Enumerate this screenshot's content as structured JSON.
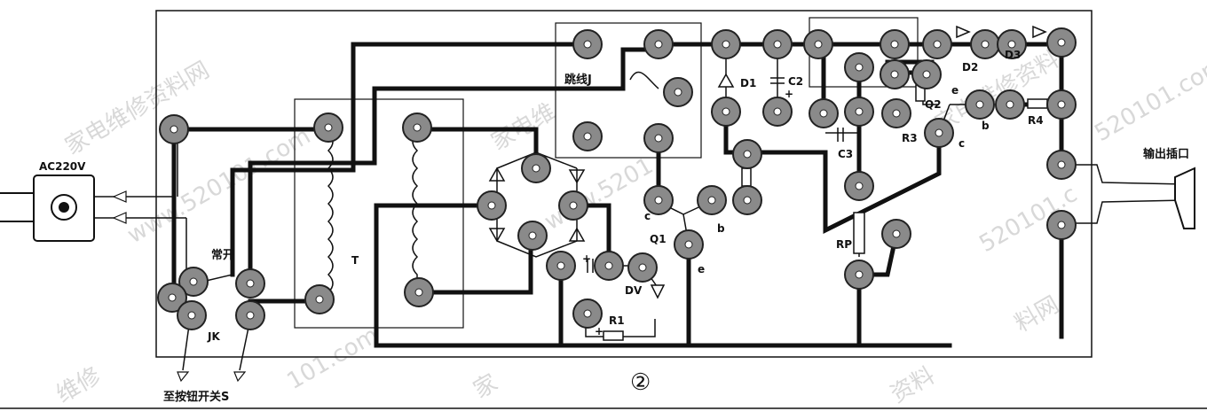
{
  "labels": {
    "ac_input": "AC220V",
    "jumper": "跳线J",
    "d1": "D1",
    "c2": "C2",
    "d2": "D2",
    "d3": "D3",
    "q2": "Q2",
    "r3": "R3",
    "r4": "R4",
    "c3": "C3",
    "rp": "RP",
    "transformer": "T",
    "normally_open": "常开",
    "jk": "JK",
    "button_switch": "至按钮开关S",
    "q1": "Q1",
    "dv": "DV",
    "r1": "R1",
    "output_socket": "输出插口",
    "q1_c": "c",
    "q1_b": "b",
    "q1_e": "e",
    "q2_e": "e",
    "q2_b": "b",
    "q2_c": "c",
    "c2_plus": "+",
    "c1_plus": "+",
    "r1_plus": "+",
    "figure_number": "②"
  },
  "watermarks": {
    "site_name": "家电维修资料网",
    "site_fragment": "家电维修资料",
    "url_a": "www.520101.com",
    "url_b": "520101.com",
    "url_c": "101.com",
    "url_d": "520101.c",
    "url_e": "www.5201",
    "text_a": "家电维",
    "text_b": "料网",
    "text_c": "家",
    "text_d": "资料",
    "text_e": "维修"
  }
}
